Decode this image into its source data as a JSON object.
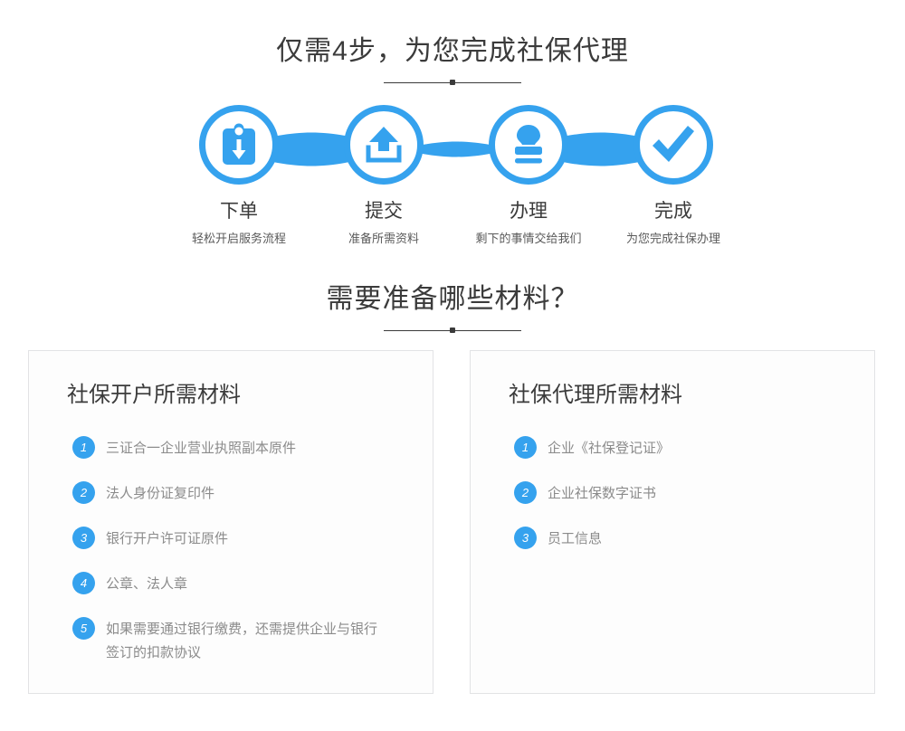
{
  "theme": {
    "accent": "#35a2ee",
    "heading_color": "#3b3b3b",
    "body_color": "#8b8b8b",
    "card_border": "#e2e3e5"
  },
  "sections": {
    "steps": {
      "title": "仅需4步，为您完成社保代理",
      "items": [
        {
          "icon": "clipboard-download-icon",
          "label": "下单",
          "desc": "轻松开启服务流程"
        },
        {
          "icon": "upload-tray-icon",
          "label": "提交",
          "desc": "准备所需资料"
        },
        {
          "icon": "stamp-icon",
          "label": "办理",
          "desc": "剩下的事情交给我们"
        },
        {
          "icon": "checkmark-icon",
          "label": "完成",
          "desc": "为您完成社保办理"
        }
      ]
    },
    "materials": {
      "title": "需要准备哪些材料？",
      "cards": [
        {
          "title": "社保开户所需材料",
          "items": [
            {
              "num": "1",
              "text": "三证合一企业营业执照副本原件"
            },
            {
              "num": "2",
              "text": "法人身份证复印件"
            },
            {
              "num": "3",
              "text": "银行开户许可证原件"
            },
            {
              "num": "4",
              "text": "公章、法人章"
            },
            {
              "num": "5",
              "text": "如果需要通过银行缴费，还需提供企业与银行签订的扣款协议"
            }
          ]
        },
        {
          "title": "社保代理所需材料",
          "items": [
            {
              "num": "1",
              "text": "企业《社保登记证》"
            },
            {
              "num": "2",
              "text": "企业社保数字证书"
            },
            {
              "num": "3",
              "text": "员工信息"
            }
          ]
        }
      ]
    }
  }
}
